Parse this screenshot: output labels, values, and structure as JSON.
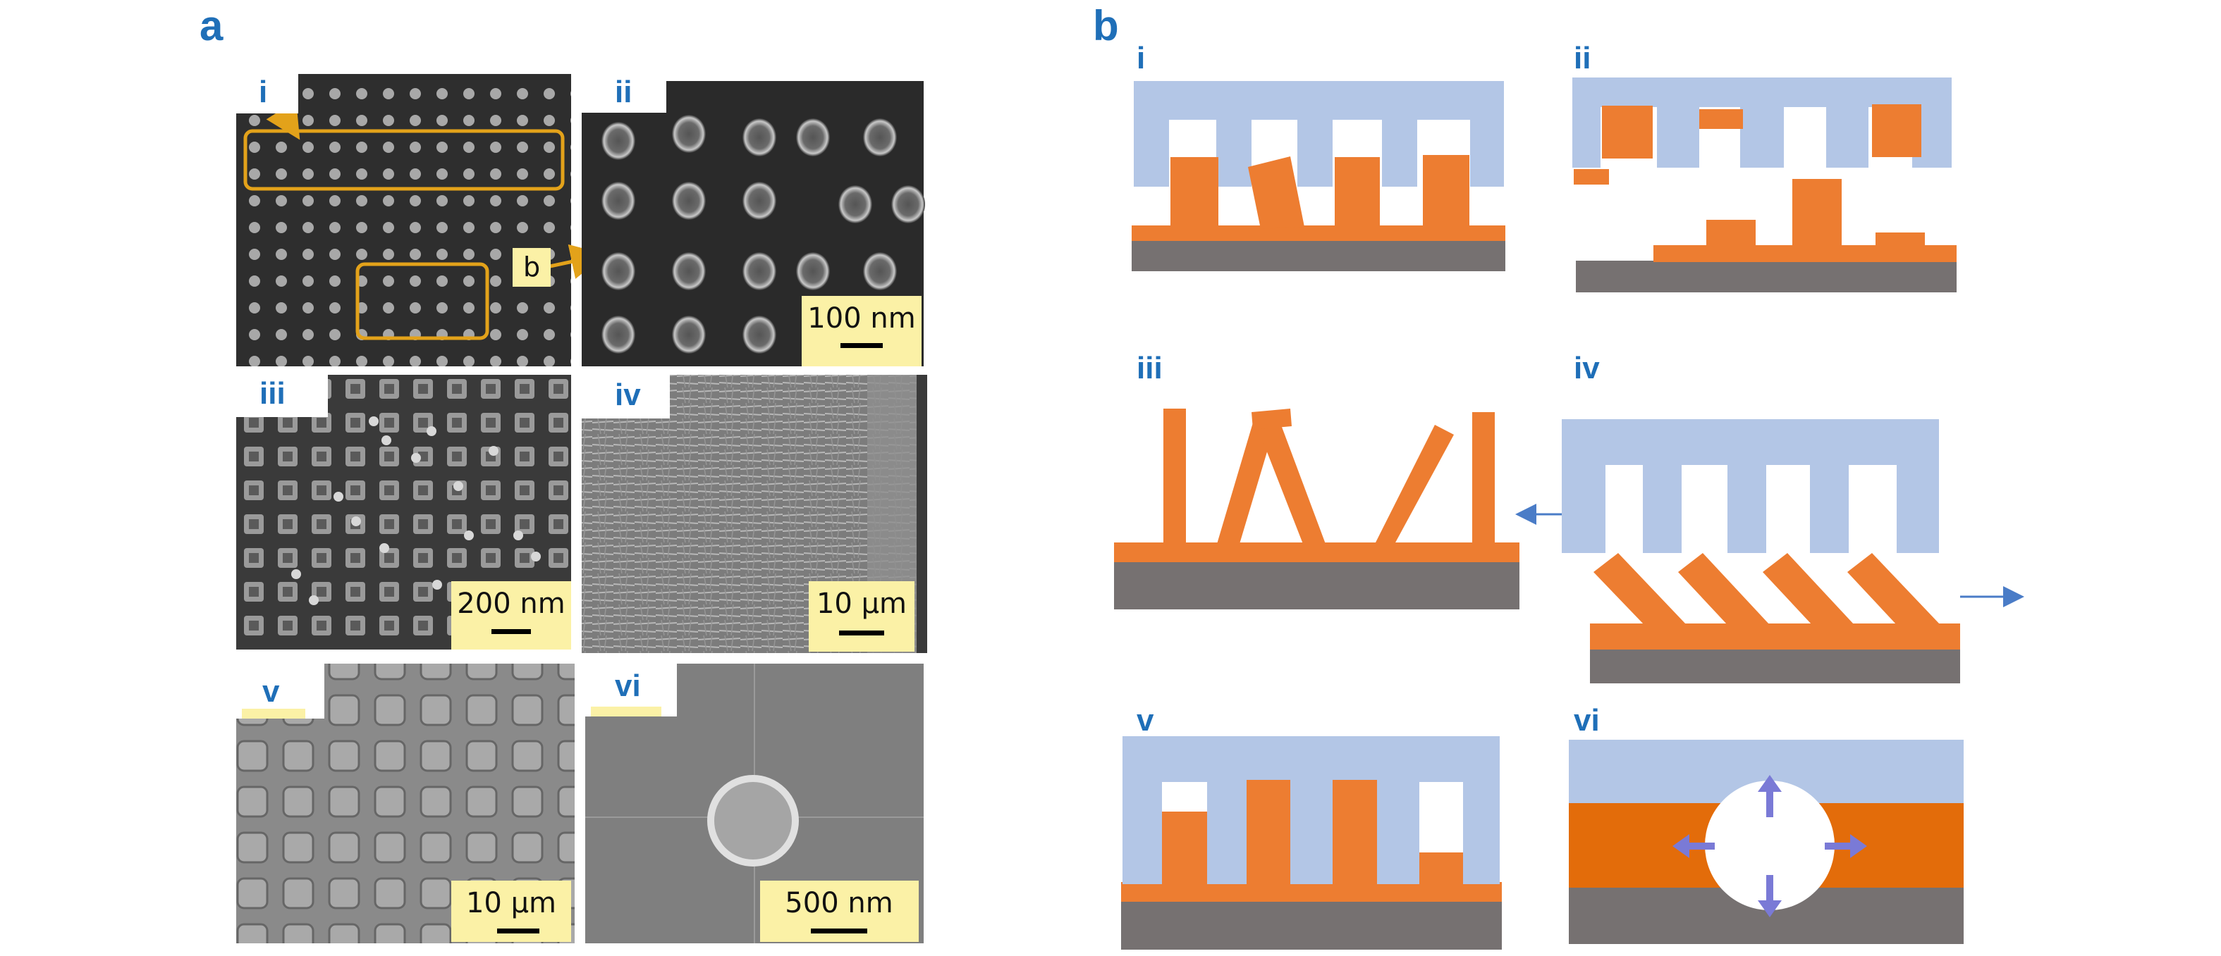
{
  "figure": {
    "panel_a": {
      "label": "a",
      "images": [
        {
          "label": "i",
          "scale_bar": ""
        },
        {
          "label": "ii",
          "scale_bar": "100 nm"
        },
        {
          "label": "iii",
          "scale_bar": "200 nm"
        },
        {
          "label": "iv",
          "scale_bar": "10 µm"
        },
        {
          "label": "v",
          "scale_bar": "10 µm"
        },
        {
          "label": "vi",
          "scale_bar": "500 nm"
        }
      ],
      "callout": "b"
    },
    "panel_b": {
      "label": "b",
      "diagrams": [
        {
          "label": "i"
        },
        {
          "label": "ii"
        },
        {
          "label": "iii"
        },
        {
          "label": "iv"
        },
        {
          "label": "v"
        },
        {
          "label": "vi"
        }
      ]
    }
  },
  "colors": {
    "mold": "#b3c6e6",
    "resist": "#ed7d31",
    "resist_dark": "#e36c0a",
    "substrate": "#767171",
    "label_blue": "#1f6fb8",
    "callout_yellow": "#fbf1a6",
    "arrow_blue": "#4a7cc7",
    "arrow_purple": "#7a7ad6",
    "sem_dark": "#2e2e2e",
    "sem_gray": "#7f7f7f"
  }
}
